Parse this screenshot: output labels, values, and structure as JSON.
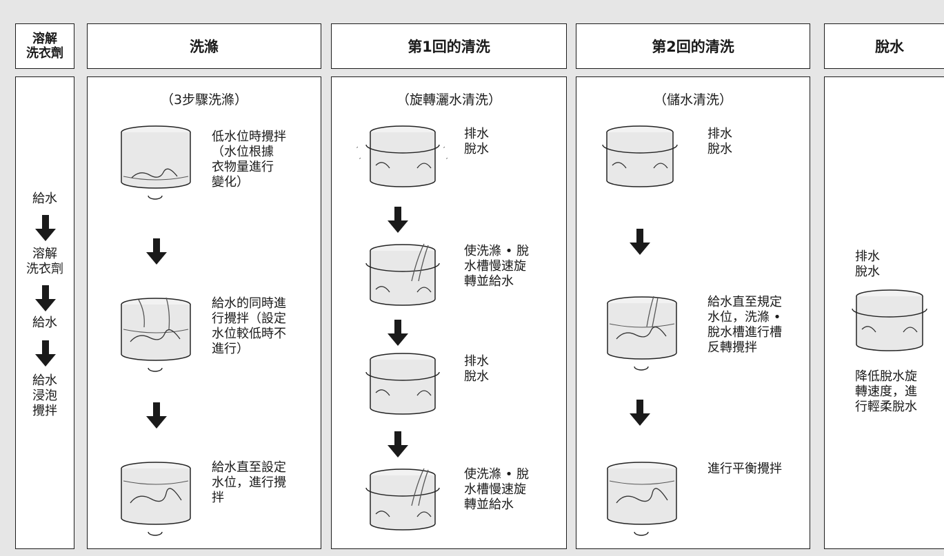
{
  "headers": {
    "detergent": [
      "溶解",
      "洗衣劑"
    ],
    "wash": "洗滌",
    "rinse1": "第1回的清洗",
    "rinse2": "第2回的清洗",
    "spin": "脫水"
  },
  "detergent_steps": [
    "給水",
    "溶解\n洗衣劑",
    "給水",
    "給水\n浸泡\n攪拌"
  ],
  "wash": {
    "subtitle": "（3步驟洗滌）",
    "steps": [
      "低水位時攪拌\n（水位根據\n衣物量進行\n變化）",
      "給水的同時進\n行攪拌（設定\n水位較低時不\n進行）",
      "給水直至設定\n水位，進行攪\n拌"
    ]
  },
  "rinse1": {
    "subtitle": "（旋轉灑水清洗）",
    "steps": [
      "排水\n脫水",
      "使洗滌 • 脫\n水槽慢速旋\n轉並給水",
      "排水\n脫水",
      "使洗滌 • 脫\n水槽慢速旋\n轉並給水"
    ]
  },
  "rinse2": {
    "subtitle": "（儲水清洗）",
    "steps": [
      "排水\n脫水",
      "給水直至規定\n水位，洗滌 •\n脫水槽進行槽\n反轉攪拌",
      "進行平衡攪拌"
    ]
  },
  "spin": {
    "steps": [
      "排水\n脫水",
      "降低脫水旋\n轉速度，進\n行輕柔脫水"
    ]
  }
}
